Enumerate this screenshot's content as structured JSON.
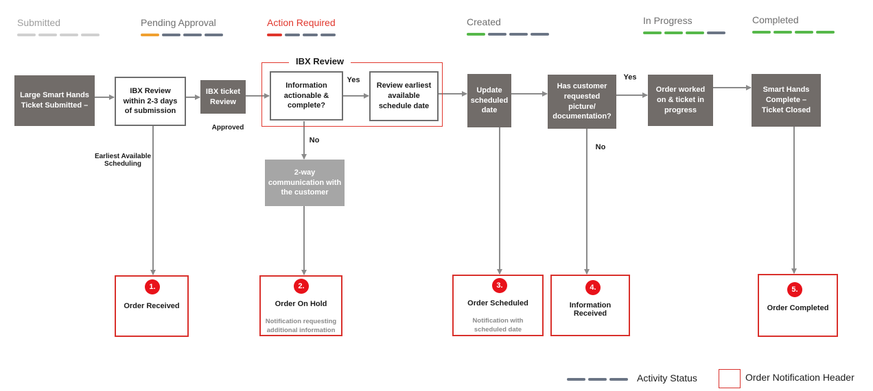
{
  "statuses": [
    {
      "label": "Submitted",
      "color": "#9e9e9e",
      "bars": [
        "#d0d0d0",
        "#d0d0d0",
        "#d0d0d0",
        "#d0d0d0"
      ]
    },
    {
      "label": "Pending Approval",
      "color": "#6e6e6e",
      "bars": [
        "#f0a030",
        "#6b7585",
        "#6b7585",
        "#6b7585"
      ]
    },
    {
      "label": "Action Required",
      "color": "#e0362c",
      "bars": [
        "#e0362c",
        "#6b7585",
        "#6b7585",
        "#6b7585"
      ]
    },
    {
      "label": "Created",
      "color": "#6e6e6e",
      "bars": [
        "#56b84a",
        "#6b7585",
        "#6b7585",
        "#6b7585"
      ]
    },
    {
      "label": "In Progress",
      "color": "#6e6e6e",
      "bars": [
        "#56b84a",
        "#56b84a",
        "#56b84a",
        "#6b7585"
      ]
    },
    {
      "label": "Completed",
      "color": "#6e6e6e",
      "bars": [
        "#56b84a",
        "#56b84a",
        "#56b84a",
        "#56b84a"
      ]
    }
  ],
  "group_title": "IBX Review",
  "steps": {
    "submitted": "Large Smart Hands Ticket Submitted –",
    "ibx_review": "IBX Review within 2-3 days of submission",
    "ibx_ticket_review": "IBX ticket Review",
    "info_check": "Information actionable & complete?",
    "review_schedule": "Review earliest available schedule date",
    "communication": "2-way communication with the customer",
    "update_schedule": "Update scheduled date",
    "picture_check": "Has customer requested picture/ documentation?",
    "order_worked": "Order worked on & ticket in progress",
    "complete": "Smart Hands Complete – Ticket Closed"
  },
  "labels": {
    "earliest": "Earliest Available Scheduling",
    "approved": "Approved",
    "yes1": "Yes",
    "no1": "No",
    "yes2": "Yes",
    "no2": "No"
  },
  "notifications": [
    {
      "num": "1.",
      "title": "Order Received",
      "sub": ""
    },
    {
      "num": "2.",
      "title": "Order On Hold",
      "sub": "Notification requesting additional information"
    },
    {
      "num": "3.",
      "title": "Order Scheduled",
      "sub": "Notification with scheduled date"
    },
    {
      "num": "4.",
      "title": "Information Received",
      "sub": ""
    },
    {
      "num": "5.",
      "title": "Order Completed",
      "sub": ""
    }
  ],
  "legend": {
    "activity_status": "Activity Status",
    "notification_header": "Order Notification Header",
    "bar_color": "#6b7585",
    "box_color": "#d9302b"
  }
}
